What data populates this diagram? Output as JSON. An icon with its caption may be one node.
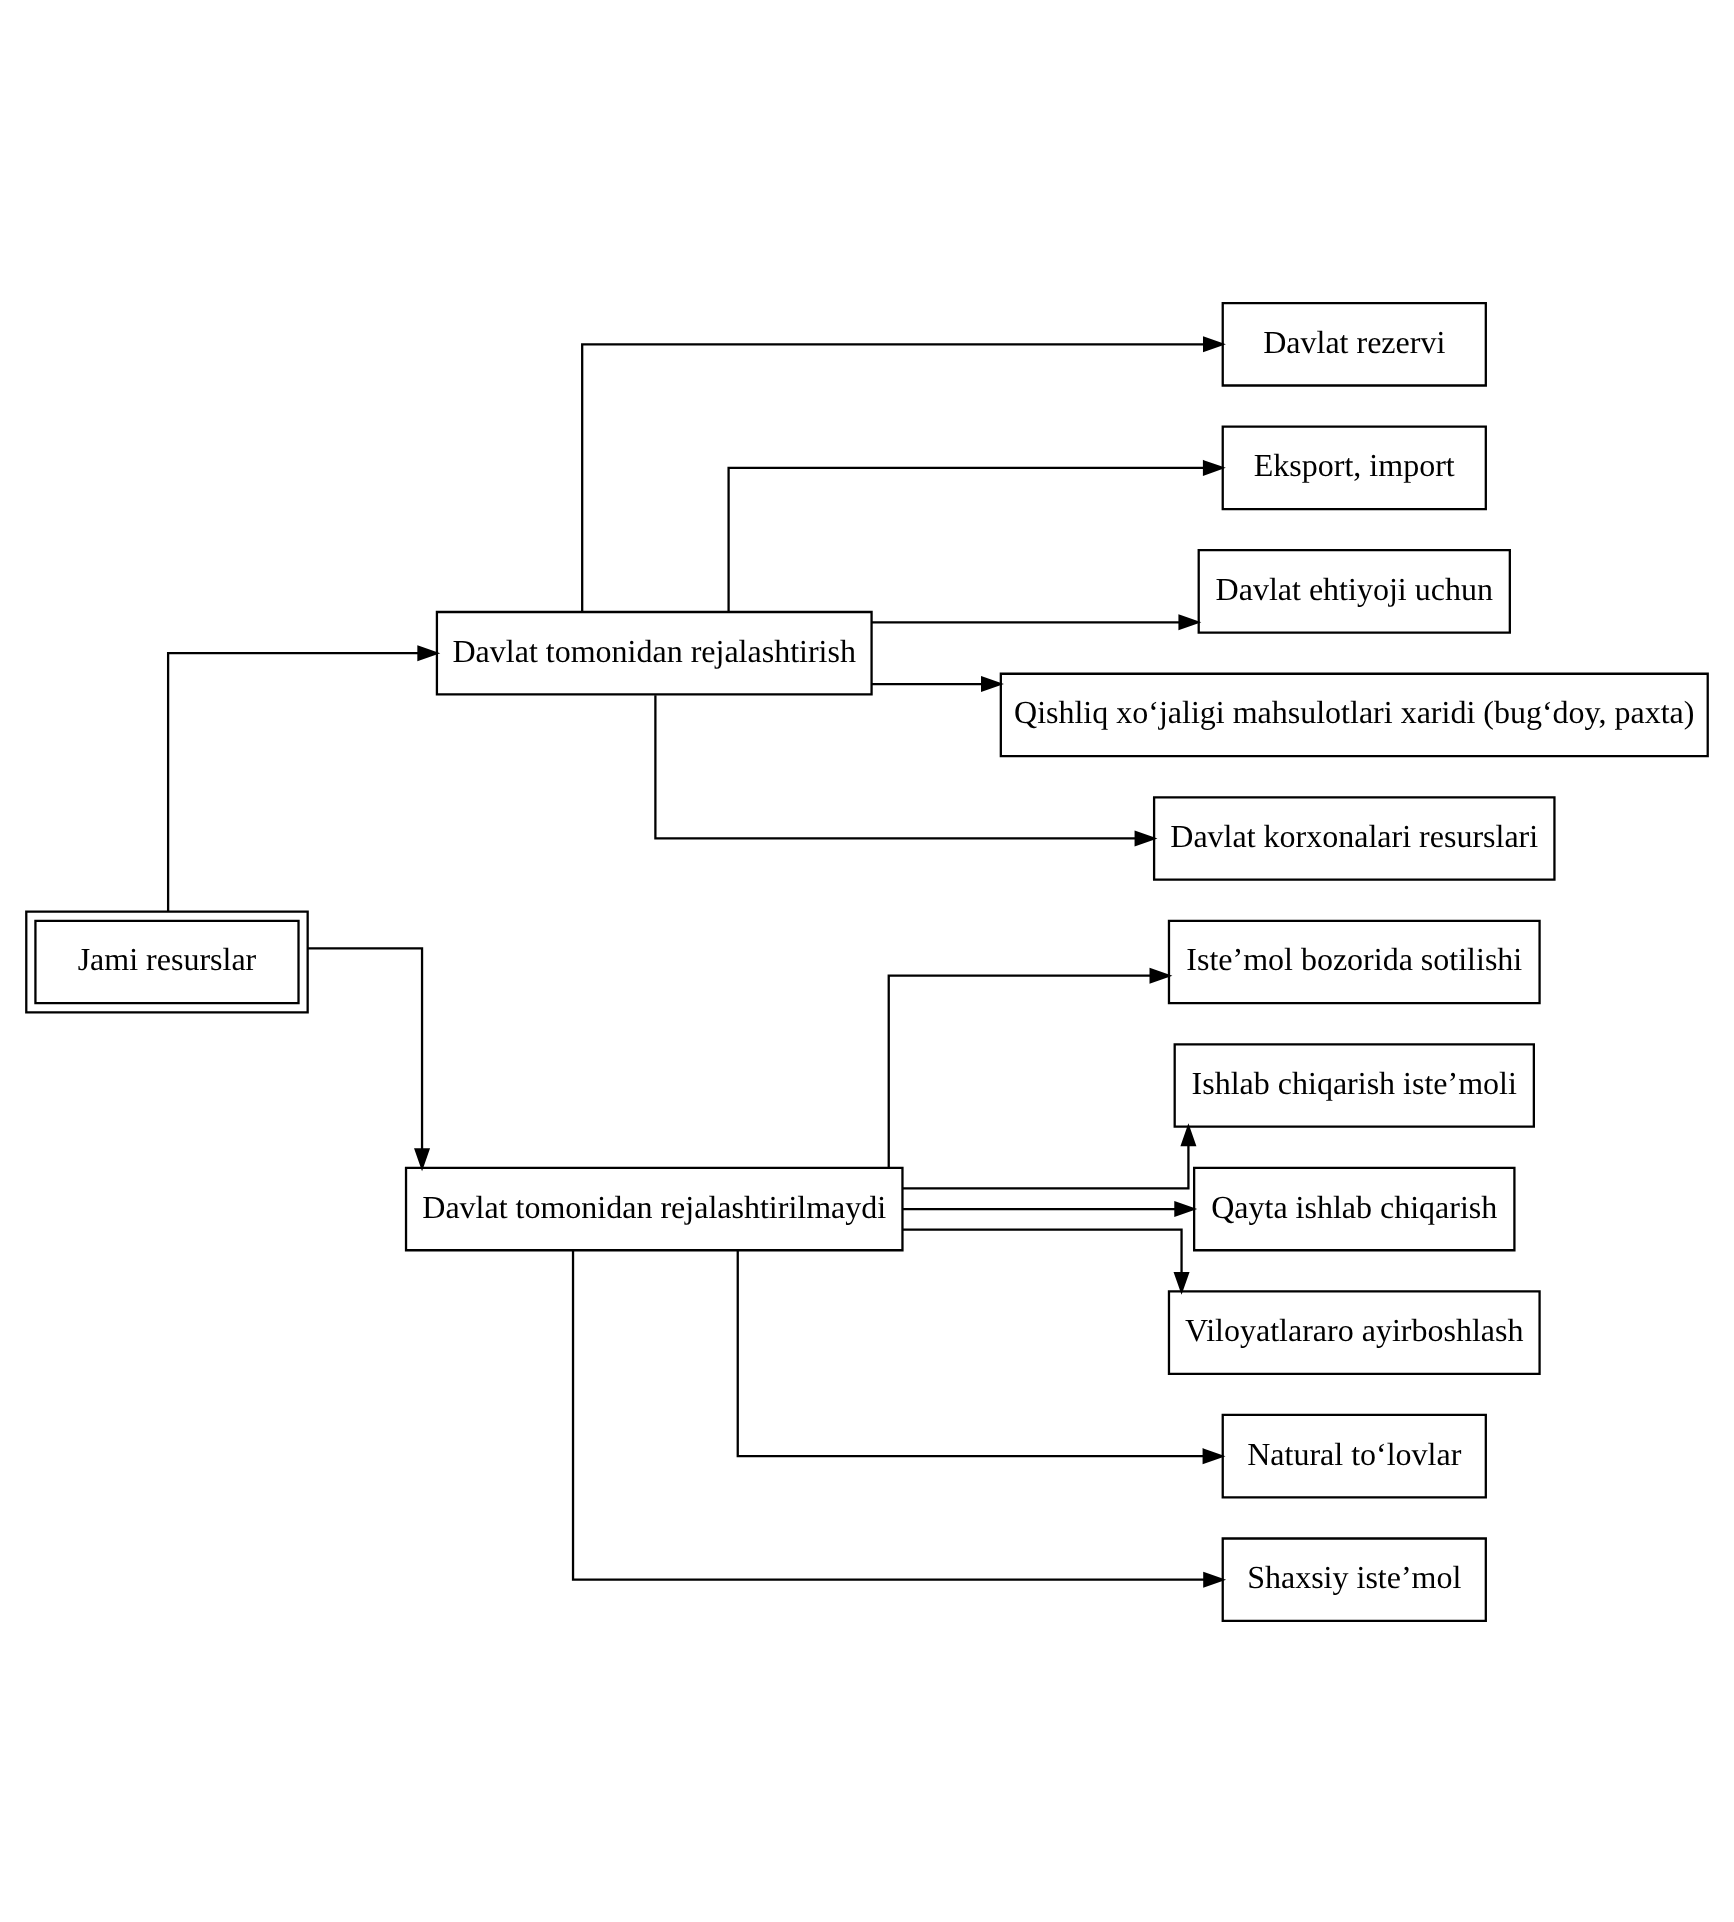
{
  "diagram": {
    "nodes": [
      {
        "text": [
          "Jami resurslar"
        ]
      },
      {
        "text": [
          "Davlat tomonidan rejalashtirish"
        ]
      },
      {
        "text": [
          "Davlat rezervi"
        ]
      },
      {
        "text": [
          "Eksport, import"
        ]
      },
      {
        "text": [
          "Davlat ehtiyoji uchun"
        ]
      },
      {
        "text": [
          "Qishliq xo‘jaligi mahsulotlari xaridi (bug‘doy, paxta)"
        ]
      },
      {
        "text": [
          "Davlat korxonalari resurslari"
        ]
      },
      {
        "text": [
          "Davlat tomonidan rejalashtirilmaydi"
        ]
      },
      {
        "text": [
          "Iste’mol bozorida sotilishi"
        ]
      },
      {
        "text": [
          "Ishlab chiqarish iste’moli"
        ]
      },
      {
        "text": [
          "Qayta ishlab chiqarish"
        ]
      },
      {
        "text": [
          "Viloyatlararo ayirboshlash"
        ]
      },
      {
        "text": [
          "Natural to‘lovlar"
        ]
      },
      {
        "text": [
          "Shaxsiy iste’mol"
        ]
      }
    ],
    "edges": [
      {
        "from": 0,
        "to": 1,
        "arrow": "to"
      },
      {
        "from": 0,
        "to": 7,
        "arrow": "to"
      },
      {
        "from": 1,
        "to": 2,
        "arrow": "to"
      },
      {
        "from": 1,
        "to": 3,
        "arrow": "to"
      },
      {
        "from": 1,
        "to": 4,
        "arrow": "to"
      },
      {
        "from": 1,
        "to": 5,
        "arrow": "to"
      },
      {
        "from": 1,
        "to": 6,
        "arrow": "to"
      },
      {
        "from": 7,
        "to": 8,
        "arrow": "to"
      },
      {
        "from": 7,
        "to": 9,
        "arrow": "to"
      },
      {
        "from": 7,
        "to": 10,
        "arrow": "to"
      },
      {
        "from": 7,
        "to": 11,
        "arrow": "to"
      },
      {
        "from": 7,
        "to": 12,
        "arrow": "to"
      },
      {
        "from": 7,
        "to": 13,
        "arrow": "to"
      }
    ]
  }
}
